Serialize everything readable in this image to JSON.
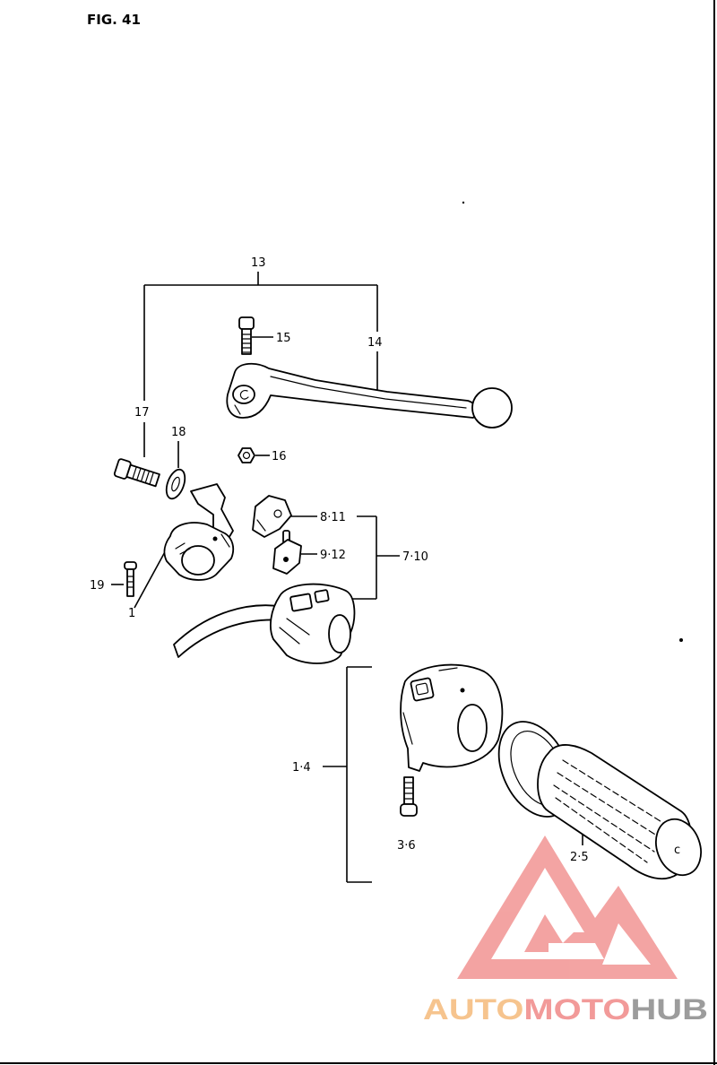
{
  "figure": {
    "label": "FIG. 41"
  },
  "callouts": {
    "c13": "13",
    "c14": "14",
    "c15": "15",
    "c16": "16",
    "c17": "17",
    "c18": "18",
    "c19": "19",
    "c1": "1",
    "c8_11": "8·11",
    "c9_12": "9·12",
    "c7_10": "7·10",
    "c1_4": "1·4",
    "c3_6": "3·6",
    "c2_5": "2·5"
  },
  "part_marks": {
    "grip_end": "c"
  },
  "watermark": {
    "auto": "AUTO",
    "moto": "MOTO",
    "hub": "HUB",
    "colors": {
      "auto": "#f6c48e",
      "moto": "#f29a99",
      "hub": "#9c9c9c",
      "logo": "#f29a99"
    }
  },
  "colors": {
    "ink": "#000000",
    "paper": "#ffffff"
  }
}
